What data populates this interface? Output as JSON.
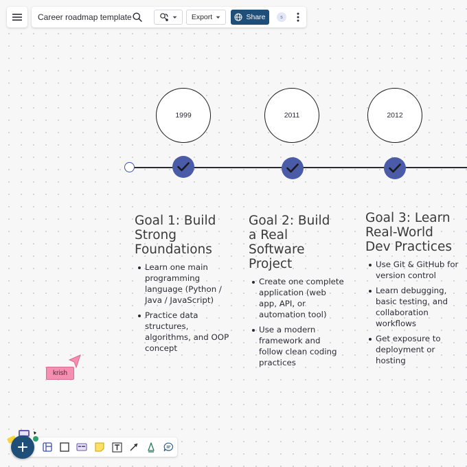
{
  "toolbar": {
    "doc_title": "Career roadmap template",
    "export_label": "Export",
    "share_label": "Share",
    "avatar_initial": "s"
  },
  "timeline": {
    "years": [
      "1999",
      "2011",
      "2012"
    ]
  },
  "goals": [
    {
      "title_lines": [
        "Goal 1: Build",
        "Strong",
        "Foundations"
      ],
      "bullets": [
        "Learn one main programming language (Python / Java / JavaScript)",
        "Practice data structures, algorithms, and OOP concept"
      ]
    },
    {
      "title_lines": [
        "Goal 2: Build",
        "a Real",
        "Software",
        "Project"
      ],
      "bullets": [
        "Create one complete application (web app, API, or automation tool)",
        "Use a modern framework and follow clean coding practices"
      ]
    },
    {
      "title_lines": [
        "Goal 3: Learn",
        "Real-World",
        "Dev Practices"
      ],
      "bullets": [
        "Use Git & GitHub for version control",
        "Learn debugging, basic testing, and collaboration workflows",
        "Get exposure to deployment or hosting"
      ]
    }
  ],
  "collaborator": {
    "name": "krish",
    "color": "#f48fb1"
  },
  "colors": {
    "accent": "#1f4e79",
    "check": "#4a5ba8"
  },
  "bottom_tools": [
    "template-icon",
    "rectangle-icon",
    "card-icon",
    "sticky-note-icon",
    "text-icon",
    "arrow-icon",
    "pen-icon",
    "comment-icon"
  ]
}
